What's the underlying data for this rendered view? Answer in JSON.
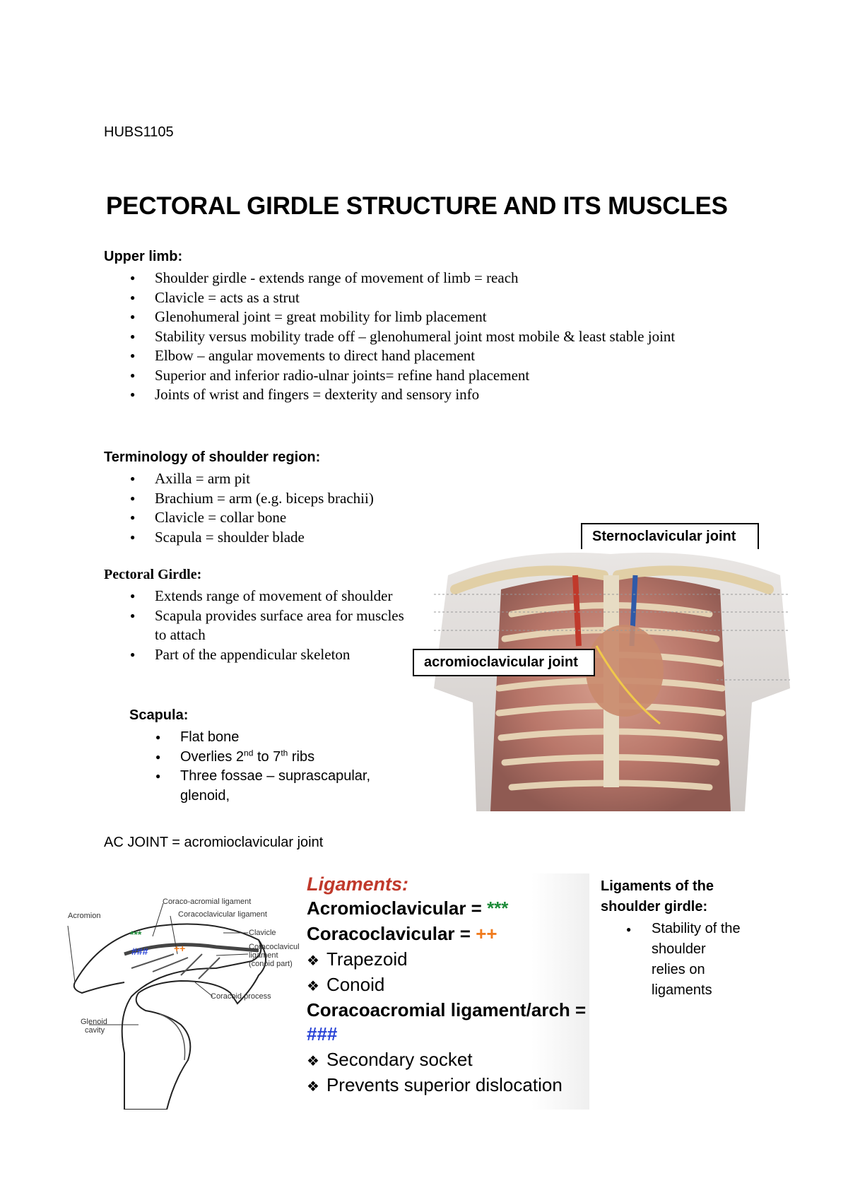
{
  "header": {
    "course_code": "HUBS1105",
    "title": "PECTORAL GIRDLE STRUCTURE AND ITS MUSCLES"
  },
  "upper_limb": {
    "heading": "Upper limb:",
    "items": [
      "Shoulder girdle - extends range of movement of limb = reach",
      "Clavicle = acts as a strut",
      "Glenohumeral joint = great mobility for limb placement",
      "Stability versus mobility trade off – glenohumeral joint most mobile & least stable joint",
      "Elbow – angular movements to direct hand placement",
      "Superior and inferior radio-ulnar joints= refine hand placement",
      "Joints of wrist and fingers = dexterity and sensory info"
    ]
  },
  "terminology": {
    "heading": "Terminology of shoulder region:",
    "items": [
      "Axilla = arm pit",
      "Brachium = arm (e.g. biceps brachii)",
      "Clavicle = collar bone",
      "Scapula = shoulder blade"
    ]
  },
  "pectoral_girdle": {
    "heading": "Pectoral Girdle:",
    "items": [
      "Extends range of movement of shoulder",
      "Scapula provides surface area for muscles to attach",
      "Part of the appendicular skeleton"
    ]
  },
  "scapula": {
    "heading": "Scapula:",
    "item_1": "Flat bone",
    "item_2_a": "Overlies 2",
    "item_2_sup1": "nd",
    "item_2_b": " to 7",
    "item_2_sup2": "th",
    "item_2_c": " ribs",
    "item_3": "Three fossae – suprascapular, glenoid,"
  },
  "ac_joint_line": "AC JOINT = acromioclavicular joint",
  "thorax_figure": {
    "sterno_label": "Sternoclavicular joint",
    "acromio_label": "acromioclavicular joint"
  },
  "scapula_figure": {
    "labels": {
      "acromion": "Acromion",
      "coraco_acromial": "Coraco-acromial ligament",
      "coracoclavicular": "Coracoclavicular ligament",
      "clavicle": "Clavicle",
      "coracoclavicular_conoid_1": "Coracoclavicular",
      "coracoclavicular_conoid_2": "ligament",
      "coracoclavicular_conoid_3": "(conoid part)",
      "coracoid": "Coracoid process",
      "glenoid_1": "Glenoid",
      "glenoid_2": "cavity"
    },
    "marks": {
      "stars": "***",
      "plus": "++",
      "hash": "###"
    }
  },
  "ligament_slide": {
    "title": "Ligaments:",
    "acromio_label": "Acromioclavicular = ",
    "acromio_mark": "***",
    "coraco_label": "Coracoclavicular = ",
    "coraco_mark": "++",
    "trapezoid": "Trapezoid",
    "conoid": "Conoid",
    "arch_label": "Coracoacromial ligament/arch =",
    "arch_mark": "###",
    "secondary": "Secondary socket",
    "prevents": "Prevents superior dislocation",
    "bullet_symbol": "❖"
  },
  "side_note": {
    "heading": "Ligaments of the shoulder girdle:",
    "items": [
      "Stability of the shoulder relies on ligaments"
    ]
  },
  "colors": {
    "ligament_title": "#c0392b",
    "stars": "#1e8c3a",
    "plus": "#f07b1e",
    "hash": "#2742d6"
  }
}
